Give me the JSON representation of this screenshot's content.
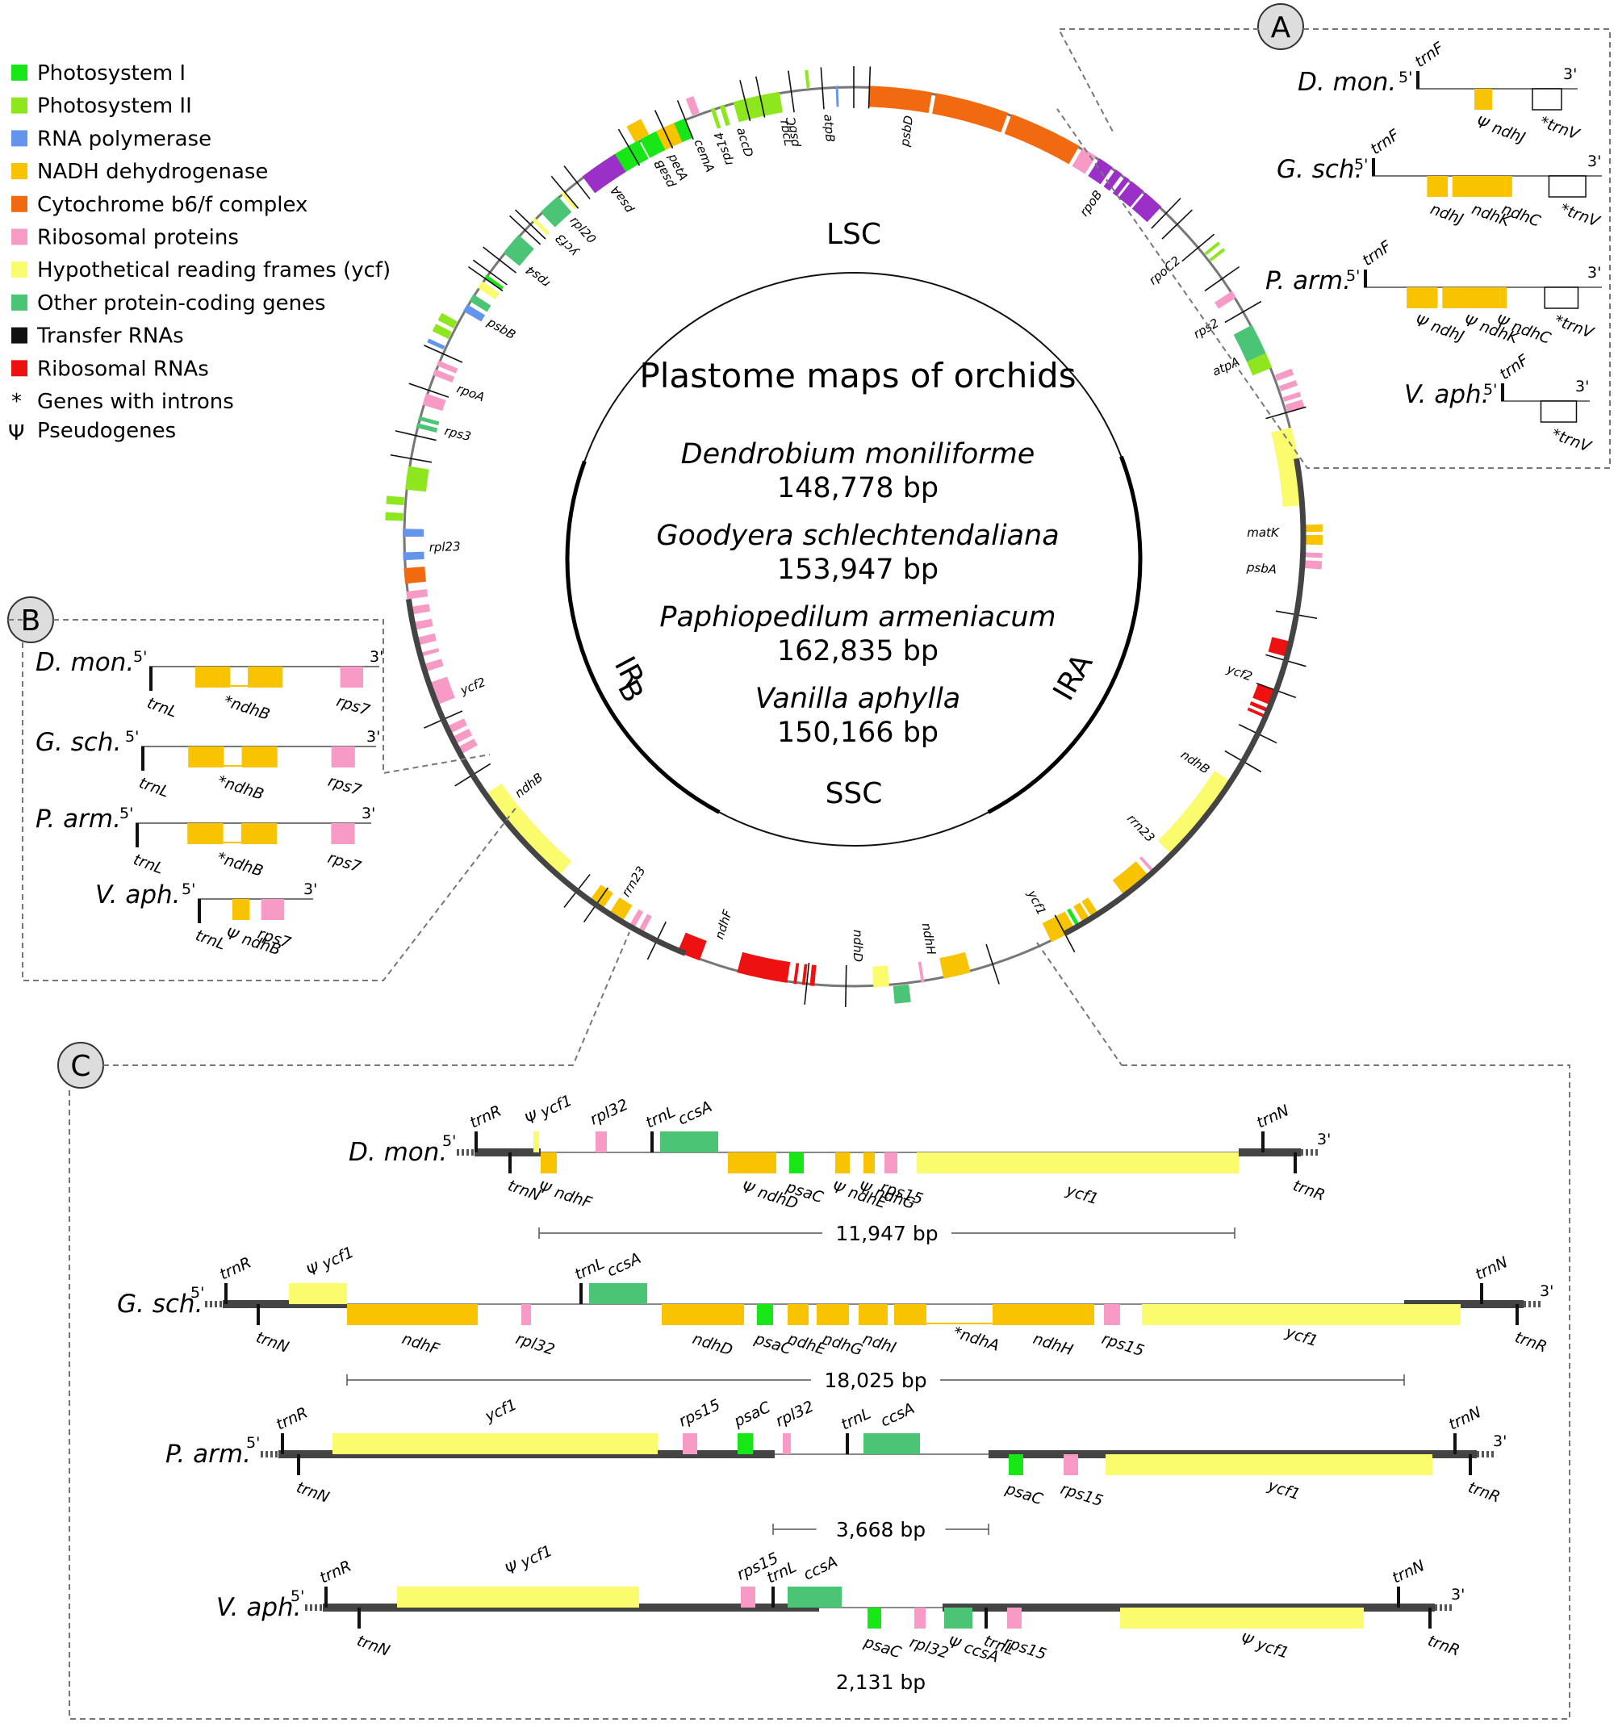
{
  "colors": {
    "photosystem_i": "#17e617",
    "photosystem_ii": "#8ee61e",
    "rna_polymerase": "#6495ed",
    "nadh": "#f8c300",
    "cytb6f": "#f26a10",
    "ribosomal": "#f79ac6",
    "ycf": "#fbfb6e",
    "other": "#4cc476",
    "trna": "#111111",
    "rrna": "#ee1111",
    "atp": "#9b30c9",
    "ir": "#444444"
  },
  "legend": {
    "items": [
      {
        "label": "Photosystem I",
        "color": "#17e617"
      },
      {
        "label": "Photosystem II",
        "color": "#8ee61e"
      },
      {
        "label": "RNA polymerase",
        "color": "#6495ed"
      },
      {
        "label": "NADH dehydrogenase",
        "color": "#f8c300"
      },
      {
        "label": "Cytochrome b6/f complex",
        "color": "#f26a10"
      },
      {
        "label": "Ribosomal proteins",
        "color": "#f79ac6"
      },
      {
        "label": "Hypothetical reading frames (ycf)",
        "color": "#fbfb6e"
      },
      {
        "label": "Other protein-coding genes",
        "color": "#4cc476"
      },
      {
        "label": "Transfer RNAs",
        "color": "#111111"
      },
      {
        "label": "Ribosomal RNAs",
        "color": "#ee1111"
      }
    ],
    "introns_symbol": "*",
    "introns_label": "Genes with introns",
    "pseudo_symbol": "Ψ",
    "pseudo_label": "Pseudogenes"
  },
  "center": {
    "title": "Plastome maps of orchids",
    "species": [
      {
        "name": "Dendrobium moniliforme",
        "size": "148,778 bp"
      },
      {
        "name": "Goodyera schlechtendaliana",
        "size": "153,947 bp"
      },
      {
        "name": "Paphiopedilum armeniacum",
        "size": "162,835 bp"
      },
      {
        "name": "Vanilla aphylla",
        "size": "150,166 bp"
      }
    ],
    "regions": {
      "lsc": "LSC",
      "ssc": "SSC",
      "ira": "IRA",
      "irb_main": "IR",
      "irb_sub": "B"
    }
  },
  "circle_genes": [
    {
      "a": -50,
      "s": -3.5,
      "e": -1.5,
      "c": "ribosomal",
      "label": "rps4",
      "ang": -50
    },
    {
      "a": -44,
      "s": -1,
      "e": 0,
      "c": "ycf",
      "label": "ycf3",
      "ang": -44
    },
    {
      "a": -36,
      "s": -16,
      "e": -14,
      "c": "photosystem_i",
      "label": "psaA",
      "ang": -34
    },
    {
      "a": -27,
      "s": -13,
      "e": -9,
      "c": "photosystem_i",
      "label": "psaB",
      "ang": -27
    },
    {
      "a": -18,
      "s": -7,
      "e": -6,
      "c": "ribosomal",
      "label": "rps14",
      "ang": -18
    },
    {
      "a": -8,
      "s": -2,
      "e": 2,
      "c": "photosystem_ii",
      "label": "psbC",
      "ang": -8
    },
    {
      "a": 8,
      "s": 6,
      "e": 12,
      "c": "photosystem_ii",
      "label": "psbD",
      "ang": 8
    },
    {
      "a": 36,
      "s": 30,
      "e": 40,
      "c": "cytb6f",
      "label": "rpoB",
      "ang": 36
    },
    {
      "a": 50,
      "s": 42,
      "e": 56,
      "c": "cytb6f",
      "label": "rpoC2",
      "ang": 50
    },
    {
      "a": 60,
      "s": 58,
      "e": 60,
      "c": "ribosomal",
      "label": "rps2",
      "ang": 60
    },
    {
      "a": 66,
      "s": 62,
      "e": 70,
      "c": "atp",
      "label": "atpA",
      "ang": 66
    },
    {
      "a": 90,
      "s": 88,
      "e": 92,
      "c": "other",
      "label": "matK",
      "ang": 90
    },
    {
      "a": 95,
      "s": 93,
      "e": 95,
      "c": "photosystem_ii",
      "label": "psbA",
      "ang": 95
    },
    {
      "a": 110,
      "s": 104,
      "e": 115,
      "c": "ycf",
      "label": "ycf2",
      "ang": 110
    },
    {
      "a": 124,
      "s": 122,
      "e": 124,
      "c": "nadh",
      "label": "ndhB",
      "ang": 124
    },
    {
      "a": 136,
      "s": 133,
      "e": 138,
      "c": "rrna",
      "label": "rrn23",
      "ang": 136
    },
    {
      "a": 154,
      "s": 148,
      "e": 160,
      "c": "ycf",
      "label": "ycf1",
      "ang": 154
    },
    {
      "a": 170,
      "s": 166,
      "e": 171,
      "c": "nadh",
      "label": "ndhH",
      "ang": 170
    },
    {
      "a": 180,
      "s": 176,
      "e": 184,
      "c": "nadh",
      "label": "ndhD",
      "ang": 180
    },
    {
      "a": 198,
      "s": 194,
      "e": 199,
      "c": "nadh",
      "label": "ndhF",
      "ang": 198
    },
    {
      "a": 212,
      "s": 206,
      "e": 214,
      "c": "rrna",
      "label": "rrn23",
      "ang": 212
    },
    {
      "a": 232,
      "s": 230,
      "e": 232,
      "c": "nadh",
      "label": "ndhB",
      "ang": 232
    },
    {
      "a": 248,
      "s": 242,
      "e": 254,
      "c": "ycf",
      "label": "ycf2",
      "ang": 248
    },
    {
      "a": 268,
      "s": 262,
      "e": 268,
      "c": "ribosomal",
      "label": "rpl23",
      "ang": 268
    },
    {
      "a": 284,
      "s": 280,
      "e": 286,
      "c": "ribosomal",
      "label": "rps3",
      "ang": 284
    },
    {
      "a": 290,
      "s": 288,
      "e": 291,
      "c": "cytb6f",
      "label": "rpoA",
      "ang": 290
    },
    {
      "a": 300,
      "s": 298,
      "e": 301,
      "c": "photosystem_ii",
      "label": "psbB",
      "ang": 300
    },
    {
      "a": 318,
      "s": 316,
      "e": 318,
      "c": "ribosomal",
      "label": "rpl20",
      "ang": 318
    },
    {
      "a": 334,
      "s": 332,
      "e": 334,
      "c": "rna_polymerase",
      "label": "petA",
      "ang": 334
    },
    {
      "a": 338,
      "s": 337,
      "e": 339,
      "c": "other",
      "label": "cemA",
      "ang": 338
    },
    {
      "a": 344,
      "s": 343,
      "e": 346,
      "c": "other",
      "label": "accD",
      "ang": 344
    },
    {
      "a": 350,
      "s": 349,
      "e": 352,
      "c": "other",
      "label": "rbcL",
      "ang": 350
    },
    {
      "a": 356,
      "s": 355,
      "e": 359,
      "c": "atp",
      "label": "atpB",
      "ang": 356
    }
  ],
  "panel_a": {
    "letter": "A",
    "rows": [
      {
        "label": "D. mon.",
        "tr_top": "trnF",
        "five": "5'",
        "three": "3'",
        "genes": [
          {
            "name": "Ψ ndhJ",
            "x0": 0.36,
            "x1": 0.47
          },
          {
            "name": "*trnV",
            "x0": 0.72,
            "x1": 0.9,
            "open": true
          }
        ]
      },
      {
        "label": "G. sch.",
        "tr_top": "trnF",
        "five": "5'",
        "three": "3'",
        "genes": [
          {
            "name": "ndhJ",
            "x0": 0.24,
            "x1": 0.33
          },
          {
            "name": "ndhK",
            "x0": 0.35,
            "x1": 0.58
          },
          {
            "name": "ndhC",
            "x0": 0.58,
            "x1": 0.61
          },
          {
            "name": "*trnV",
            "x0": 0.77,
            "x1": 0.93,
            "open": true
          }
        ]
      },
      {
        "label": "P. arm.",
        "tr_top": "trnF",
        "five": "5'",
        "three": "3'",
        "genes": [
          {
            "name": "Ψ ndhJ",
            "x0": 0.18,
            "x1": 0.31
          },
          {
            "name": "Ψ ndhK",
            "x0": 0.33,
            "x1": 0.57
          },
          {
            "name": "Ψ ndhC",
            "x0": 0.57,
            "x1": 0.6
          },
          {
            "name": "*trnV",
            "x0": 0.76,
            "x1": 0.9,
            "open": true
          }
        ]
      },
      {
        "label": "V. aph.",
        "tr_top": "trnF",
        "five": "5'",
        "three": "3'",
        "genes": [
          {
            "name": "*trnV",
            "x0": 0.45,
            "x1": 0.85,
            "open": true
          }
        ]
      }
    ]
  },
  "panel_b": {
    "letter": "B",
    "rows": [
      {
        "label": "D. mon.",
        "five": "5'",
        "three": "3'",
        "left_tr": "trnL",
        "genes": [
          {
            "name": "*ndhB",
            "x0": 0.2,
            "x1": 0.58,
            "split": true
          },
          {
            "name": "rps7",
            "x0": 0.83,
            "x1": 0.93
          }
        ]
      },
      {
        "label": "G. sch.",
        "five": "5'",
        "three": "3'",
        "left_tr": "trnL",
        "genes": [
          {
            "name": "*ndhB",
            "x0": 0.2,
            "x1": 0.58,
            "split": true
          },
          {
            "name": "rps7",
            "x0": 0.81,
            "x1": 0.91
          }
        ]
      },
      {
        "label": "P. arm.",
        "five": "5'",
        "three": "3'",
        "left_tr": "trnL",
        "genes": [
          {
            "name": "*ndhB",
            "x0": 0.22,
            "x1": 0.6,
            "split": true
          },
          {
            "name": "rps7",
            "x0": 0.83,
            "x1": 0.93
          }
        ]
      },
      {
        "label": "V. aph.",
        "five": "5'",
        "three": "3'",
        "left_tr": "trnL",
        "genes": [
          {
            "name": "Ψ ndhB",
            "x0": 0.3,
            "x1": 0.45
          },
          {
            "name": "rps7",
            "x0": 0.55,
            "x1": 0.75
          }
        ]
      }
    ]
  },
  "panel_c": {
    "letter": "C",
    "five": "5'",
    "three": "3'",
    "rows": [
      {
        "label": "D. mon.",
        "span": "11,947 bp",
        "left_tr": "trnR",
        "left_tr_b": "trnN",
        "right_tr": "trnN",
        "right_tr_b": "trnR",
        "top": [
          {
            "name": "Ψ ycf1",
            "x0": 0.455,
            "x1": 0.462,
            "c": "ycf"
          },
          {
            "name": "rpl32",
            "x0": 0.53,
            "x1": 0.545,
            "c": "ribosomal"
          },
          {
            "name": "ccsA",
            "x0": 0.6,
            "x1": 0.665,
            "c": "other"
          }
        ],
        "top_tr": [
          {
            "name": "trnL",
            "x": 0.59
          }
        ],
        "bot": [
          {
            "name": "Ψ ndhF",
            "x0": 0.462,
            "x1": 0.48,
            "c": "nadh"
          },
          {
            "name": "Ψ ndhD",
            "x0": 0.69,
            "x1": 0.745,
            "c": "nadh"
          },
          {
            "name": "psaC",
            "x0": 0.762,
            "x1": 0.778,
            "c": "photosystem_i"
          },
          {
            "name": "Ψ ndhE",
            "x0": 0.81,
            "x1": 0.825,
            "c": "nadh"
          },
          {
            "name": "Ψ ndhG",
            "x0": 0.835,
            "x1": 0.847,
            "c": "nadh"
          },
          {
            "name": "rps15",
            "x0": 0.86,
            "x1": 0.876,
            "c": "ribosomal"
          },
          {
            "name": "ycf1",
            "x0": 0.895,
            "x1": 1.0,
            "c": "ycf"
          }
        ]
      },
      {
        "label": "G. sch.",
        "span": "18,025 bp",
        "left_tr": "trnR",
        "left_tr_b": "trnN",
        "right_tr": "trnN",
        "right_tr_b": "trnR"
      },
      {
        "label": "P. arm.",
        "span": "3,668 bp",
        "left_tr": "trnR",
        "left_tr_b": "trnN",
        "right_tr": "trnN",
        "right_tr_b": "trnR"
      },
      {
        "label": "V. aph.",
        "span": "2,131 bp",
        "left_tr": "trnR",
        "left_tr_b": "trnN",
        "right_tr": "trnN",
        "right_tr_b": "trnR"
      }
    ],
    "gsch": {
      "top": [
        {
          "name": "Ψ ycf1"
        },
        {
          "name": "ccsA"
        },
        {
          "name": "trnL"
        }
      ],
      "bot": [
        {
          "name": "ndhF"
        },
        {
          "name": "rpl32"
        },
        {
          "name": "ndhD"
        },
        {
          "name": "psaC"
        },
        {
          "name": "ndhE"
        },
        {
          "name": "ndhG"
        },
        {
          "name": "ndhI"
        },
        {
          "name": "*ndhA"
        },
        {
          "name": "ndhH"
        },
        {
          "name": "rps15"
        },
        {
          "name": "ycf1"
        }
      ]
    },
    "parm": {
      "top": [
        {
          "name": "ycf1"
        },
        {
          "name": "rps15"
        },
        {
          "name": "psaC"
        },
        {
          "name": "rpl32"
        },
        {
          "name": "trnL"
        },
        {
          "name": "ccsA"
        }
      ],
      "bot": [
        {
          "name": "psaC"
        },
        {
          "name": "rps15"
        },
        {
          "name": "ycf1"
        }
      ]
    },
    "vaph": {
      "top": [
        {
          "name": "Ψ ycf1"
        },
        {
          "name": "rps15"
        },
        {
          "name": "trnL"
        },
        {
          "name": "ccsA"
        }
      ],
      "bot": [
        {
          "name": "psaC"
        },
        {
          "name": "rpl32"
        },
        {
          "name": "Ψ ccsA"
        },
        {
          "name": "trnL"
        },
        {
          "name": "rps15"
        },
        {
          "name": "Ψ ycf1"
        }
      ]
    }
  }
}
